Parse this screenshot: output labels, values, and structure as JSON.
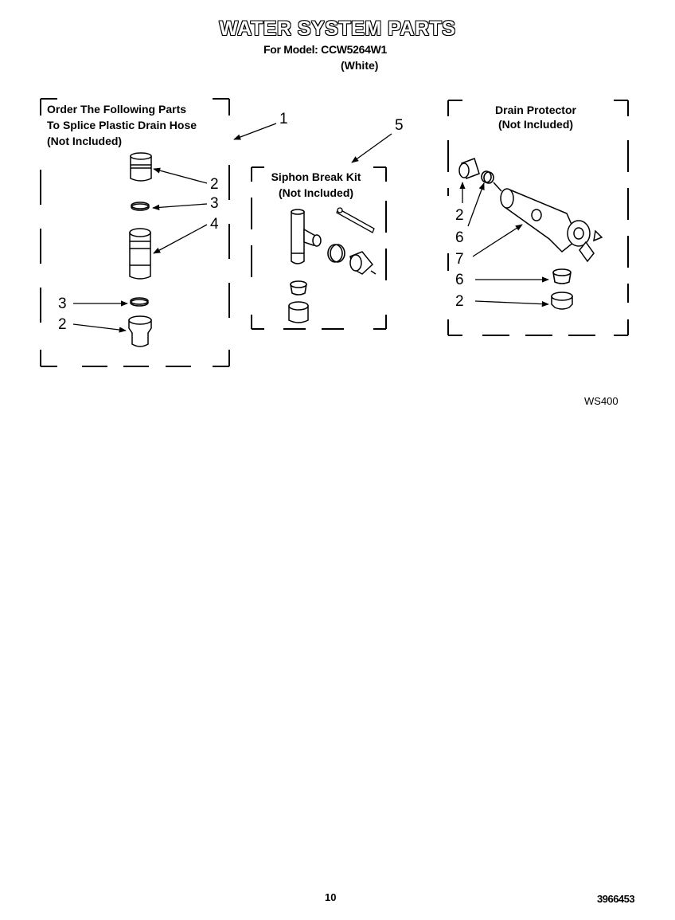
{
  "header": {
    "title": "WATER SYSTEM PARTS",
    "model_line": "For Model: CCW5264W1",
    "color_line": "(White)"
  },
  "panels": {
    "splice": {
      "lines": [
        "Order The Following Parts",
        "To Splice Plastic Drain Hose",
        "(Not Included)"
      ]
    },
    "siphon": {
      "lines": [
        "Siphon Break Kit",
        "(Not Included)"
      ]
    },
    "drain": {
      "lines": [
        "Drain Protector",
        "(Not Included)"
      ]
    }
  },
  "callouts": {
    "splice_group": "1",
    "siphon_group": "5",
    "splice_coupling_top": "2",
    "splice_clamp_top": "3",
    "splice_connector": "4",
    "splice_clamp_bottom": "3",
    "splice_coupling_bottom": "2",
    "drain_coupling_top": "2",
    "drain_clamp_top": "6",
    "drain_body": "7",
    "drain_clamp_bottom": "6",
    "drain_coupling_bottom": "2"
  },
  "footer": {
    "figure_code": "WS400",
    "page_number": "10",
    "part_number": "3966453"
  }
}
